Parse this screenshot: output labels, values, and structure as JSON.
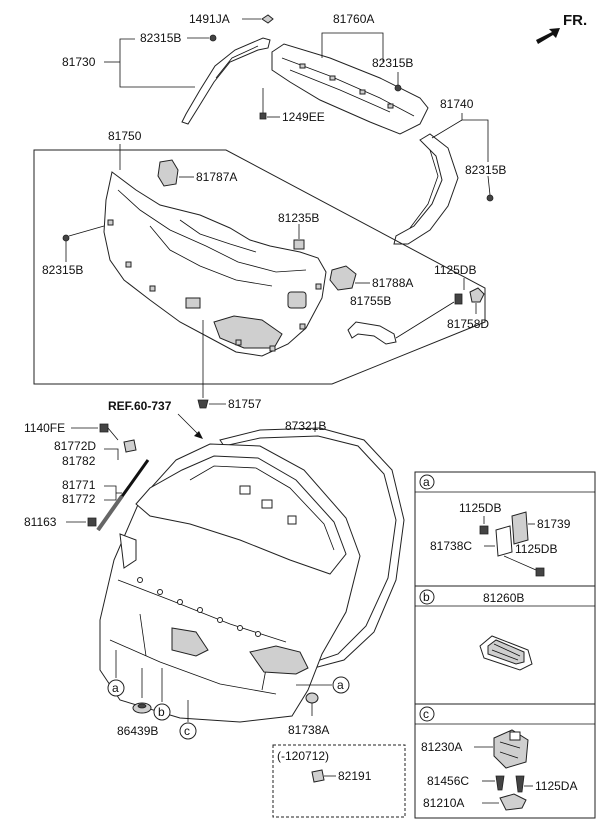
{
  "header": {
    "direction_label": "FR."
  },
  "top_labels": {
    "l_1491JA": "1491JA",
    "l_81760A": "81760A",
    "l_82315B_a": "82315B",
    "l_81730": "81730",
    "l_82315B_b": "82315B",
    "l_1249EE": "1249EE",
    "l_81740": "81740",
    "l_81750": "81750",
    "l_82315B_c": "82315B",
    "l_81787A": "81787A",
    "l_81235B": "81235B",
    "l_82315B_d": "82315B",
    "l_81788A": "81788A",
    "l_1125DB": "1125DB",
    "l_81755B": "81755B",
    "l_81758D": "81758D",
    "l_81757": "81757"
  },
  "lower_labels": {
    "l_ref": "REF.60-737",
    "l_87321B": "87321B",
    "l_1140FE": "1140FE",
    "l_81772D": "81772D",
    "l_81782": "81782",
    "l_81771": "81771",
    "l_81772": "81772",
    "l_81163": "81163",
    "l_86439B": "86439B",
    "l_81738A": "81738A",
    "l_120712": "(-120712)",
    "l_82191": "82191"
  },
  "callouts": {
    "a": "a",
    "b": "b",
    "c": "c"
  },
  "detail_a": {
    "letter": "a",
    "l_1125DB_1": "1125DB",
    "l_81739": "81739",
    "l_81738C": "81738C",
    "l_1125DB_2": "1125DB"
  },
  "detail_b": {
    "letter": "b",
    "l_81260B": "81260B"
  },
  "detail_c": {
    "letter": "c",
    "l_81230A": "81230A",
    "l_81456C": "81456C",
    "l_1125DA": "1125DA",
    "l_81210A": "81210A"
  }
}
